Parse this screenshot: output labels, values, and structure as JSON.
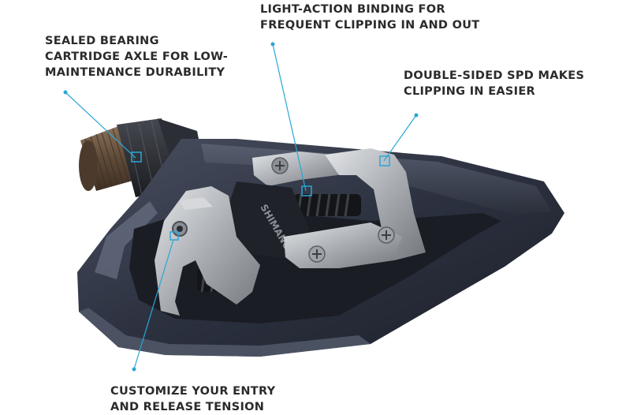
{
  "callouts": {
    "bearing": {
      "lines": [
        "SEALED BEARING",
        "CARTRIDGE AXLE FOR LOW-",
        "MAINTENANCE DURABILITY"
      ]
    },
    "binding": {
      "lines": [
        "LIGHT-ACTION BINDING FOR",
        "FREQUENT CLIPPING IN AND OUT"
      ]
    },
    "spd": {
      "lines": [
        "DOUBLE-SIDED SPD MAKES",
        "CLIPPING IN EASIER"
      ]
    },
    "tension": {
      "lines": [
        "CUSTOMIZE YOUR ENTRY",
        "AND RELEASE TENSION"
      ]
    }
  },
  "brand_mark": "SHIMANO",
  "colors": {
    "leader_line": "#2aa6d6",
    "label_text": "#2b2b2b",
    "pedal_body": "#2f3440",
    "binding_silver": "#b9bcc0",
    "axle_bronze": "#6b5440"
  }
}
